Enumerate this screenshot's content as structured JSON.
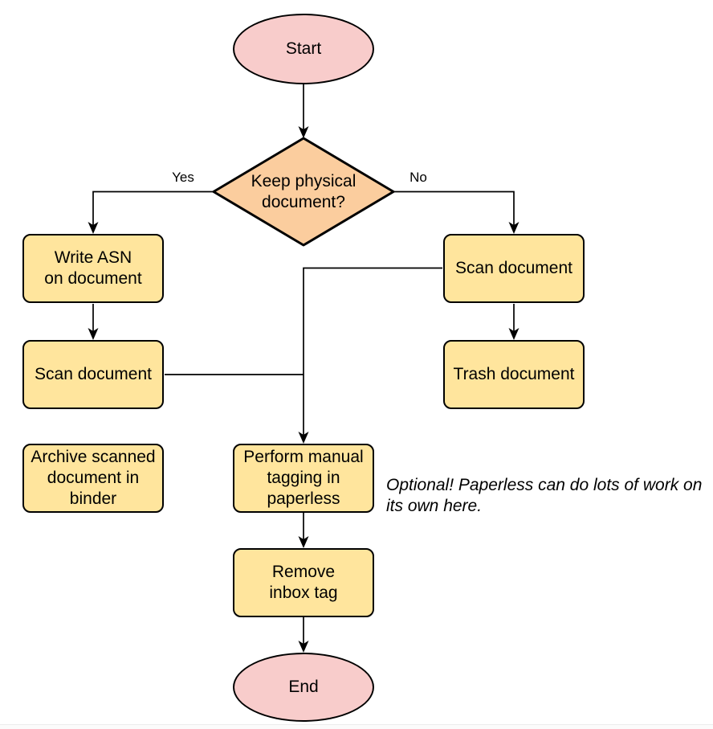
{
  "diagram": {
    "nodes": {
      "start": {
        "label": "Start",
        "shape": "terminator"
      },
      "decision": {
        "label": "Keep physical\ndocument?",
        "shape": "decision"
      },
      "write_asn": {
        "label": "Write ASN\non document",
        "shape": "process"
      },
      "scan_left": {
        "label": "Scan document",
        "shape": "process"
      },
      "archive": {
        "label": "Archive scanned\ndocument in\nbinder",
        "shape": "process"
      },
      "scan_right": {
        "label": "Scan document",
        "shape": "process"
      },
      "trash": {
        "label": "Trash document",
        "shape": "process"
      },
      "tagging": {
        "label": "Perform manual\ntagging in\npaperless",
        "shape": "process"
      },
      "remove_inbox": {
        "label": "Remove\ninbox tag",
        "shape": "process"
      },
      "end": {
        "label": "End",
        "shape": "terminator"
      }
    },
    "edge_labels": {
      "yes": "Yes",
      "no": "No"
    },
    "annotation": "Optional! Paperless can do lots of work on\nits own here.",
    "colors": {
      "terminator_fill": "#f8cccb",
      "decision_fill": "#fbcd9e",
      "process_fill": "#ffe59d",
      "stroke": "#000000",
      "page_edge": "#ececec"
    }
  }
}
